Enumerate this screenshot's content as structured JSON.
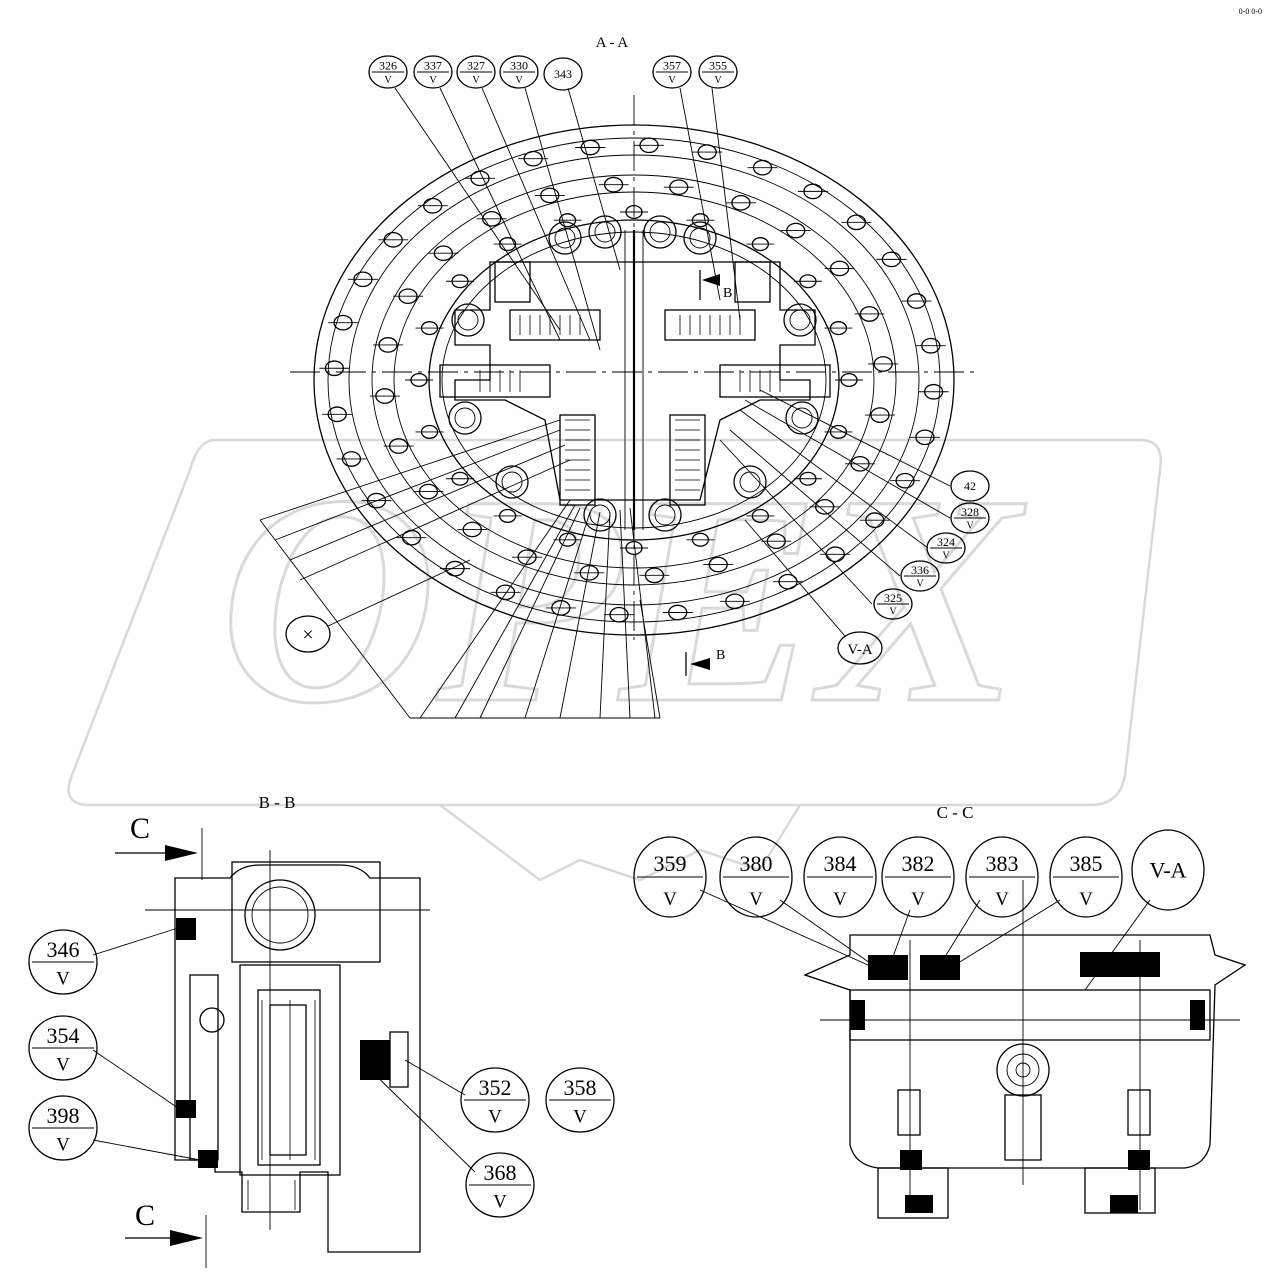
{
  "page": {
    "background": "#ffffff",
    "line_color": "#000000",
    "watermark_color": "#d9d9d9"
  },
  "corner_mark": "0-0 0-0",
  "watermark": "OPEX",
  "sections": {
    "aa": "A - A",
    "bb": "B - B",
    "cc": "C - C"
  },
  "arrows": {
    "b_upper": "B",
    "b_lower": "B",
    "c_upper": "C",
    "c_lower": "C"
  },
  "aa_labels": [
    {
      "num": "326",
      "sub": "V"
    },
    {
      "num": "337",
      "sub": "V"
    },
    {
      "num": "327",
      "sub": "V"
    },
    {
      "num": "330",
      "sub": "V"
    },
    {
      "num": "343",
      "sub": ""
    },
    {
      "num": "357",
      "sub": "V"
    },
    {
      "num": "355",
      "sub": "V"
    }
  ],
  "aa_right_labels": [
    {
      "num": "42",
      "sub": ""
    },
    {
      "num": "328",
      "sub": "V"
    },
    {
      "num": "324",
      "sub": "V"
    },
    {
      "num": "336",
      "sub": "V"
    },
    {
      "num": "325",
      "sub": "V"
    }
  ],
  "aa_va": "V-A",
  "aa_x": "×",
  "bb_labels": [
    {
      "num": "346",
      "sub": "V"
    },
    {
      "num": "354",
      "sub": "V"
    },
    {
      "num": "398",
      "sub": "V"
    },
    {
      "num": "352",
      "sub": "V"
    },
    {
      "num": "358",
      "sub": "V"
    },
    {
      "num": "368",
      "sub": "V"
    }
  ],
  "cc_labels": [
    {
      "num": "359",
      "sub": "V"
    },
    {
      "num": "380",
      "sub": "V"
    },
    {
      "num": "384",
      "sub": "V"
    },
    {
      "num": "382",
      "sub": "V"
    },
    {
      "num": "383",
      "sub": "V"
    },
    {
      "num": "385",
      "sub": "V"
    },
    {
      "num": "V-A",
      "sub": ""
    }
  ]
}
